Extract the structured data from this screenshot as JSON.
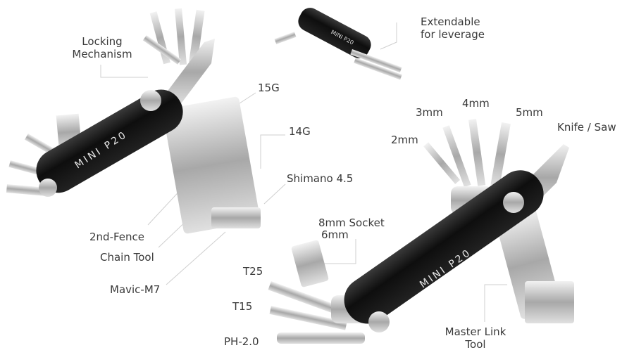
{
  "labels": {
    "locking_1": "Locking",
    "locking_2": "Mechanism",
    "extend_1": "Extendable",
    "extend_2": "for leverage",
    "g15": "15G",
    "g14": "14G",
    "shimano": "Shimano 4.5",
    "fence": "2nd-Fence",
    "chain": "Chain Tool",
    "mavic": "Mavic-M7",
    "mm2": "2mm",
    "mm3": "3mm",
    "mm4": "4mm",
    "mm5": "5mm",
    "knife": "Knife / Saw",
    "socket": "8mm Socket",
    "mm6": "6mm",
    "t25": "T25",
    "t15": "T15",
    "ph": "PH-2.0",
    "master_1": "Master Link",
    "master_2": "Tool"
  },
  "product_marking": "MINI P20",
  "colors": {
    "body": "#141414",
    "metal": "#c9c9c9",
    "leader": "#cfcfcf",
    "text": "#3a3a3a"
  }
}
